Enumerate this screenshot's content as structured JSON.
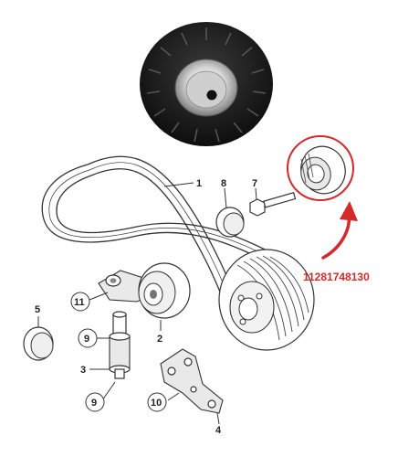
{
  "callouts": {
    "c1": "1",
    "c2": "2",
    "c3": "3",
    "c4": "4",
    "c5": "5",
    "c7": "7",
    "c8": "8",
    "c9a": "9",
    "c9b": "9",
    "c10": "10",
    "c11": "11"
  },
  "part_number": "11281748130",
  "colors": {
    "highlight": "#d42a2a",
    "ink": "#333333"
  }
}
